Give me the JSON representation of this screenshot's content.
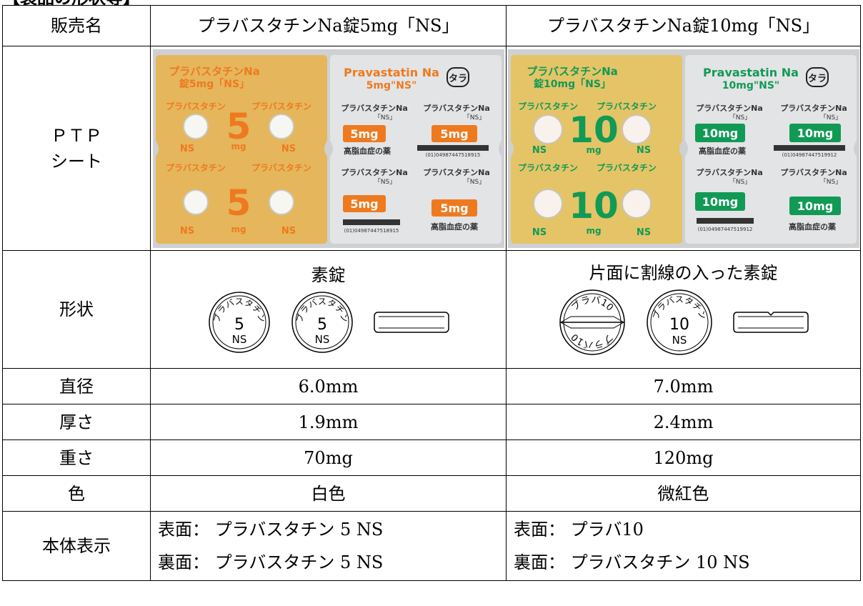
{
  "section_title": "【製品の形状等】",
  "headers": {
    "name_label": "販売名",
    "product_5mg": "プラバスタチンNa錠5mg「NS」",
    "product_10mg": "プラバスタチンNa錠10mg「NS」"
  },
  "rows": {
    "ptp_label_line1": "ＰＴＰ",
    "ptp_label_line2": "シート",
    "shape_label": "形状",
    "diameter_label": "直径",
    "thickness_label": "厚さ",
    "weight_label": "重さ",
    "color_label": "色",
    "marking_label": "本体表示"
  },
  "tab5": {
    "shape_desc": "素錠",
    "diameter": "6.0mm",
    "thickness": "1.9mm",
    "weight": "70mg",
    "color": "白色",
    "front_mark": "表面： プラバスタチン 5 NS",
    "back_mark": "裏面： プラバスタチン 5 NS",
    "ptp": {
      "brand_jp": "プラバスタチンNa",
      "strength_jp": "錠5mg「NS」",
      "brand_en": "Pravastatin Na",
      "strength_en": "5mg\"NS\"",
      "symbol": "タラ",
      "row_label": "プラバスタチン",
      "big_number": "5",
      "unit": "mg",
      "ns": "NS",
      "back_row_label": "プラバスタチンNa",
      "ns_bracket": "「NS」",
      "dose_badge": "5mg",
      "indication": "高脂血症の薬",
      "barcode": "(01)04987447518915",
      "color_hex": "#ee7a1f",
      "foil_hex": "#e5b65c",
      "back_hex": "#e3e4e6"
    },
    "tablet": {
      "top_text": "プラバスタチン",
      "number": "5",
      "code": "NS"
    }
  },
  "tab10": {
    "shape_desc": "片面に割線の入った素錠",
    "diameter": "7.0mm",
    "thickness": "2.4mm",
    "weight": "120mg",
    "color": "微紅色",
    "front_mark": "表面： プラバ10",
    "back_mark": "裏面： プラバスタチン 10 NS",
    "ptp": {
      "brand_jp": "プラバスタチンNa",
      "strength_jp": "錠10mg「NS」",
      "brand_en": "Pravastatin Na",
      "strength_en": "10mg\"NS\"",
      "symbol": "タラ",
      "row_label": "プラバスタチン",
      "big_number": "10",
      "unit": "mg",
      "ns": "NS",
      "back_row_label": "プラバスタチンNa",
      "ns_bracket": "「NS」",
      "dose_badge": "10mg",
      "indication": "高脂血症の薬",
      "barcode": "(01)04987447519912",
      "color_hex": "#119a55",
      "foil_hex": "#e5c467",
      "back_hex": "#e3e4e6"
    },
    "tablet_front": {
      "top_text": "プラバ10"
    },
    "tablet_back": {
      "top_text": "プラバスタチン",
      "number": "10",
      "code": "NS"
    }
  }
}
